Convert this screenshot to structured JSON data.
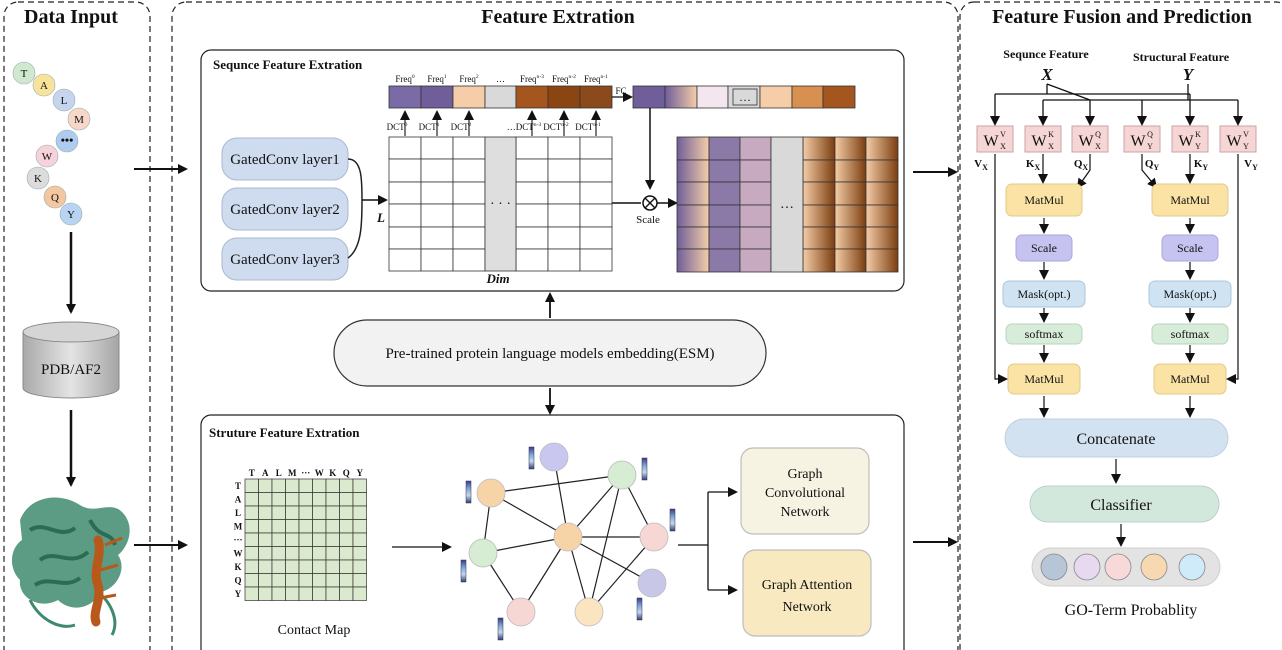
{
  "panels": {
    "data_input": {
      "title": "Data Input"
    },
    "feature_extraction": {
      "title": "Feature Extration"
    },
    "fusion": {
      "title": "Feature Fusion and Prediction"
    }
  },
  "data_input": {
    "residues": [
      "T",
      "A",
      "L",
      "M",
      "•••",
      "W",
      "K",
      "Q",
      "Y"
    ],
    "database_label": "PDB/AF2"
  },
  "sequence": {
    "title": "Sequnce Feature Extration",
    "gated_layers": [
      "GatedConv layer1",
      "GatedConv layer2",
      "GatedConv layer3"
    ],
    "freq_labels": [
      {
        "base": "Freq",
        "sup": "0"
      },
      {
        "base": "Freq",
        "sup": "1"
      },
      {
        "base": "Freq",
        "sup": "2"
      },
      {
        "base": "…",
        "sup": ""
      },
      {
        "base": "Freq",
        "sup": "n-3"
      },
      {
        "base": "Freq",
        "sup": "n-2"
      },
      {
        "base": "Freq",
        "sup": "n-1"
      }
    ],
    "dct_labels": [
      {
        "base": "DCT",
        "sup": "0"
      },
      {
        "base": "DCT",
        "sup": "1"
      },
      {
        "base": "DCT",
        "sup": "2"
      },
      {
        "base": "…DCT",
        "sup": "n-3"
      },
      {
        "base": "DCT",
        "sup": "n-2"
      },
      {
        "base": "DCT",
        "sup": "n-1"
      }
    ],
    "fc_label": "FC",
    "dots": "· · ·",
    "ellipsis": "…",
    "l_label": "L",
    "dim_label": "Dim",
    "scale_label": "Scale"
  },
  "esm": {
    "label": "Pre-trained protein language models embedding(ESM)"
  },
  "structure": {
    "title": "Struture Feature Extration",
    "matrix_labels": [
      "T",
      "A",
      "L",
      "M",
      "···",
      "W",
      "K",
      "Q",
      "Y"
    ],
    "contact_map_label": "Contact Map",
    "gcn_label": [
      "Graph",
      "Convolutional",
      "Network"
    ],
    "gat_label": [
      "Graph Attention",
      "Network"
    ]
  },
  "fusion": {
    "seq_feature_label": "Sequnce Feature",
    "struct_feature_label": "Structural Feature",
    "x_var": "X",
    "y_var": "Y",
    "weights": [
      {
        "sup": "V",
        "sub": "X"
      },
      {
        "sup": "K",
        "sub": "X"
      },
      {
        "sup": "Q",
        "sub": "X"
      },
      {
        "sup": "Q",
        "sub": "Y"
      },
      {
        "sup": "K",
        "sub": "Y"
      },
      {
        "sup": "V",
        "sub": "Y"
      }
    ],
    "projections": [
      {
        "base": "V",
        "sub": "X"
      },
      {
        "base": "K",
        "sub": "X"
      },
      {
        "base": "Q",
        "sub": "X"
      },
      {
        "base": "Q",
        "sub": "Y"
      },
      {
        "base": "K",
        "sub": "Y"
      },
      {
        "base": "V",
        "sub": "Y"
      }
    ],
    "matmul_label": "MatMul",
    "scale_label": "Scale",
    "mask_label": "Mask(opt.)",
    "softmax_label": "softmax",
    "concat_label": "Concatenate",
    "classifier_label": "Classifier",
    "output_label": "GO-Term Probablity",
    "output_colors": [
      "#b7c5d8",
      "#e7d9f0",
      "#f8d9d9",
      "#f8d8b0",
      "#cfeaf8"
    ]
  },
  "colors": {
    "residues": [
      "#cfe8cf",
      "#f7e39b",
      "#c6d4ee",
      "#f7d7c7",
      "#aecbf0",
      "#f6d2da",
      "#dcdcdc",
      "#f3c7a0",
      "#b8d4f2"
    ],
    "freq": [
      "#7a6aa6",
      "#6f5e99",
      "#f5cda8",
      "#d9d9d9",
      "#a5551e",
      "#8b4513",
      "#8a4a1c"
    ],
    "graph_nodes": [
      "#c9c7f0",
      "#d6ecd3",
      "#f7d4a7",
      "#f7d7d3",
      "#f7d4a7",
      "#d6ecd3",
      "#c9c7e8",
      "#f7d7d3",
      "#fae5c0"
    ]
  }
}
